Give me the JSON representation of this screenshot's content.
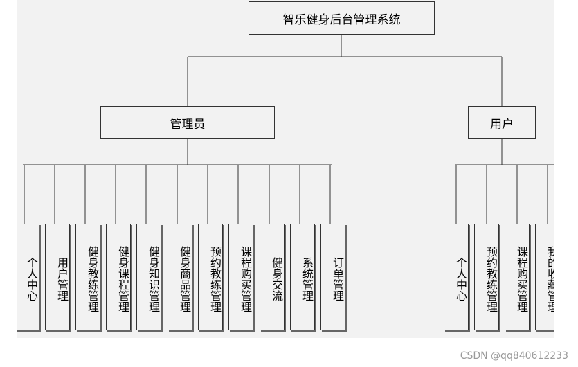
{
  "root": "智乐健身后台管理系统",
  "admin": {
    "title": "管理员",
    "modules": [
      "个人中心",
      "用户管理",
      "健身教练管理",
      "健身课程管理",
      "健身知识管理",
      "健身商品管理",
      "预约教练管理",
      "课程购买管理",
      "健身交流",
      "系统管理",
      "订单管理"
    ]
  },
  "user": {
    "title": "用户",
    "modules": [
      "个人中心",
      "预约教练管理",
      "课程购买管理",
      "我的收藏管理"
    ]
  },
  "watermark": "CSDN @qq840612233",
  "colors": {
    "background": "#f2f2f2",
    "line": "#333333"
  }
}
